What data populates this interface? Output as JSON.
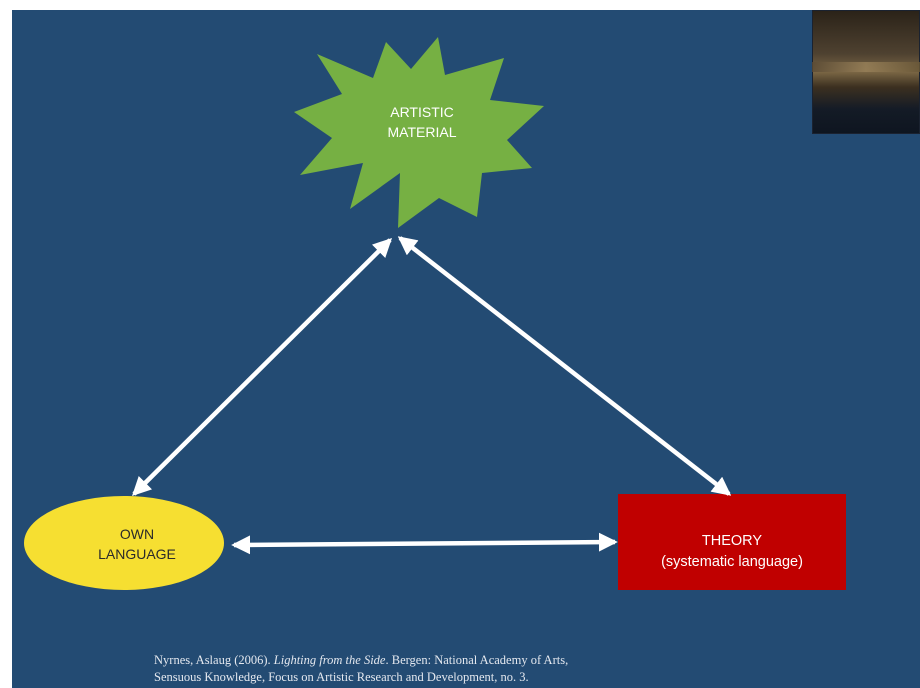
{
  "diagram": {
    "nodes": {
      "artistic_material": [
        "ARTISTIC",
        "MATERIAL"
      ],
      "own_language": [
        "OWN",
        "LANGUAGE"
      ],
      "theory": [
        "THEORY",
        "(systematic language)"
      ]
    },
    "edges": [
      {
        "from": "artistic_material",
        "to": "own_language",
        "type": "bidirectional"
      },
      {
        "from": "artistic_material",
        "to": "theory",
        "type": "bidirectional"
      },
      {
        "from": "own_language",
        "to": "theory",
        "type": "bidirectional"
      }
    ]
  },
  "citation": {
    "before_title": "Nyrnes, Aslaug (2006). ",
    "title": "Lighting from the Side",
    "after_title": ". Bergen: National Academy of Arts,",
    "line2": "Sensuous Knowledge, Focus on Artistic Research and Development, no. 3."
  },
  "colors": {
    "slide_background": "#234b73",
    "star": "#76b043",
    "ellipse": "#f6df31",
    "rectangle": "#c00000",
    "arrows": "#ffffff"
  },
  "webcam_overlay": {
    "visible": true
  }
}
